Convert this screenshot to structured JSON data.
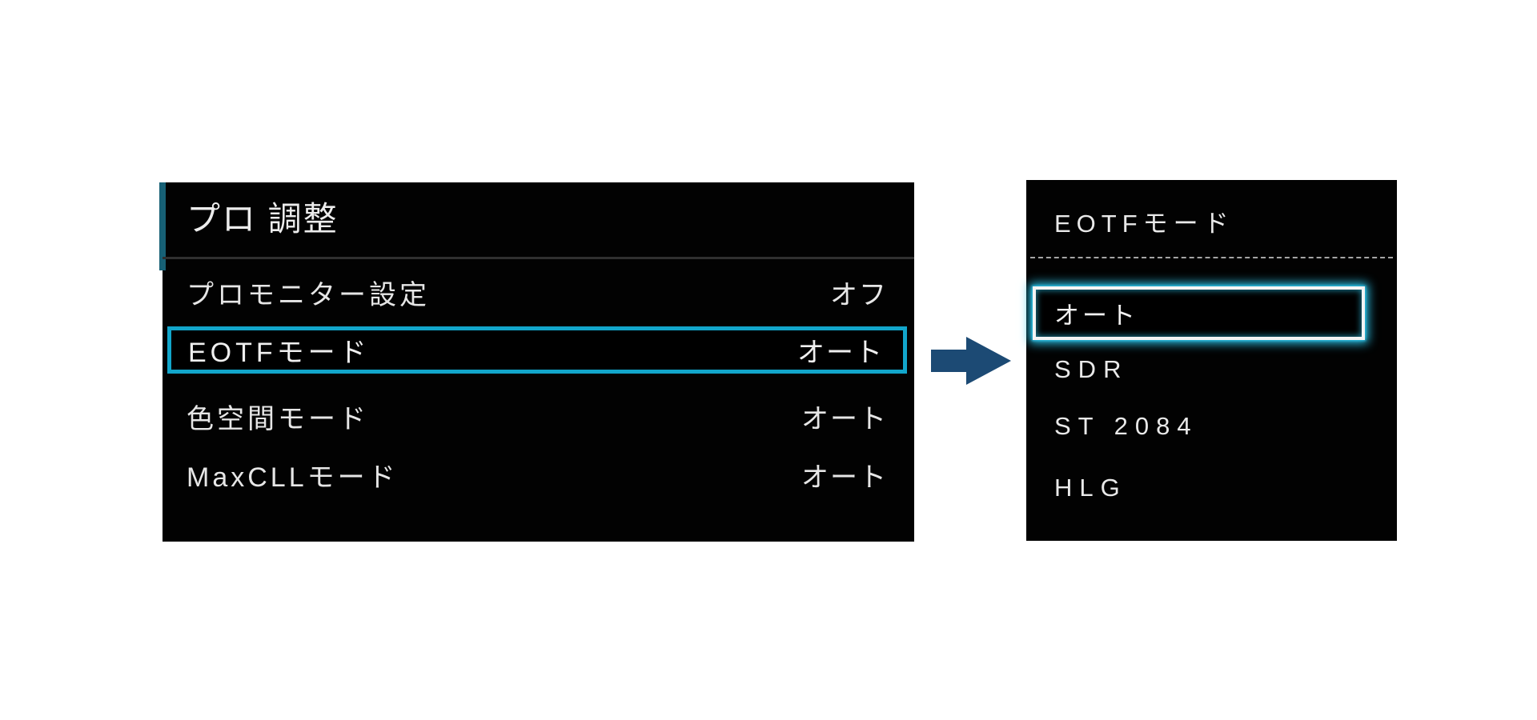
{
  "colors": {
    "highlight_cyan": "#12a6cb",
    "glow_cyan": "#2cc3e8",
    "accent_teal": "#176075",
    "arrow_blue": "#1c4a74",
    "panel_bg": "#020202",
    "text_light": "#e8e8e8"
  },
  "left_panel": {
    "title": "プロ 調整",
    "items": [
      {
        "label": "プロモニター設定",
        "value": "オフ",
        "selected": false
      },
      {
        "label": "EOTFモード",
        "value": "オート",
        "selected": true
      },
      {
        "label": "色空間モード",
        "value": "オート",
        "selected": false
      },
      {
        "label": "MaxCLLモード",
        "value": "オート",
        "selected": false
      }
    ]
  },
  "arrow": {
    "icon": "right-arrow"
  },
  "right_panel": {
    "title": "EOTFモード",
    "options": [
      {
        "label": "オート",
        "selected": true
      },
      {
        "label": "SDR",
        "selected": false
      },
      {
        "label": "ST 2084",
        "selected": false
      },
      {
        "label": "HLG",
        "selected": false
      }
    ]
  }
}
